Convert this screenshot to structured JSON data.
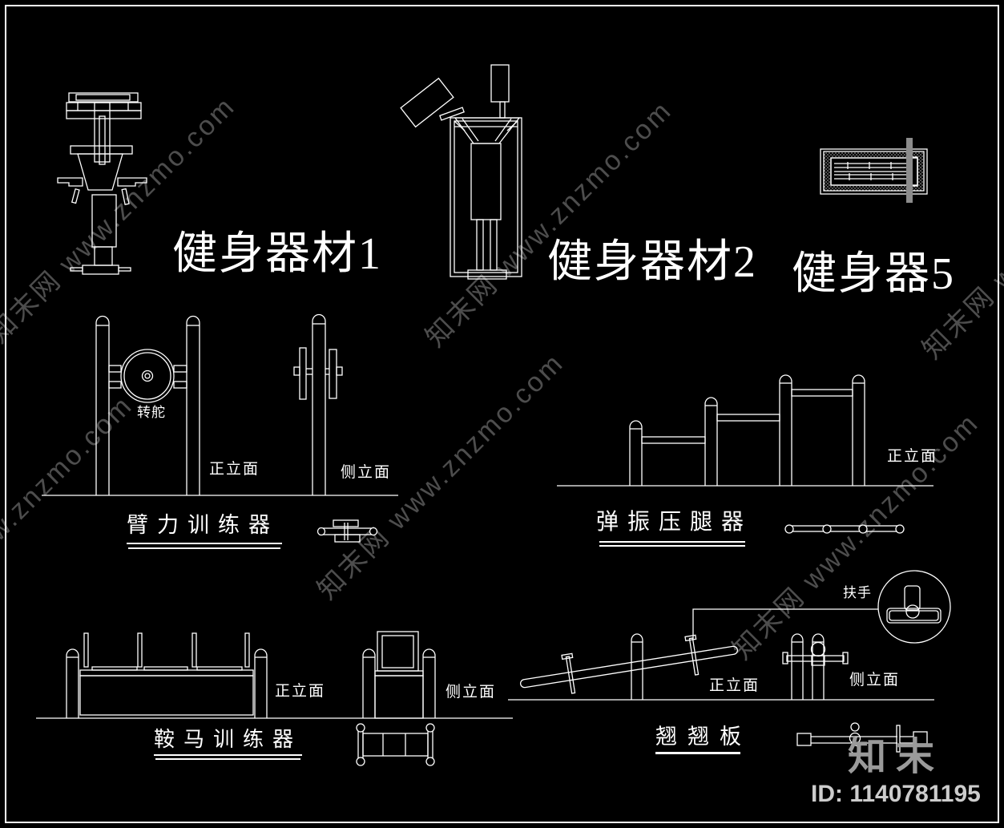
{
  "page": {
    "watermark_tile": "知末网 www.znzmo.com",
    "logo": "知末",
    "id_label": "ID: 1140781195"
  },
  "colors": {
    "background": "#000000",
    "line": "#ffffff",
    "watermark": "#8c8c8c",
    "logo": "#9a9a9a",
    "id_text": "#cccccc",
    "gray_bar": "#8c8c8c"
  },
  "blocks": {
    "equipment1": {
      "title": "健身器材1"
    },
    "equipment2": {
      "title": "健身器材2"
    },
    "equipment5": {
      "title": "健身器5"
    },
    "arm_trainer": {
      "title": "臂力训练器",
      "rudder_label": "转舵",
      "front_label": "正立面",
      "side_label": "侧立面"
    },
    "leg_press": {
      "title": "弹振压腿器",
      "front_label": "正立面"
    },
    "pommel_horse": {
      "title": "鞍马训练器",
      "front_label": "正立面",
      "side_label": "侧立面"
    },
    "seesaw": {
      "title": "翘翘板",
      "front_label": "正立面",
      "side_label": "侧立面",
      "handle_label": "扶手"
    }
  }
}
